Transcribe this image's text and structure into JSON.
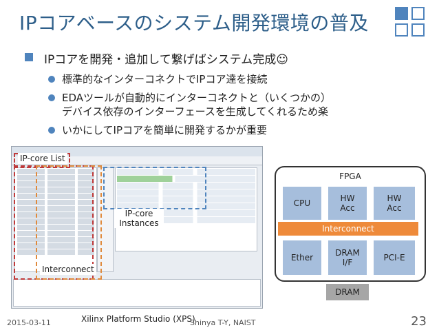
{
  "slide": {
    "title": "IPコアベースのシステム開発環境の普及",
    "bullets": {
      "main": "IPコアを開発・追加して繋げばシステム完成☺",
      "sub": [
        "標準的なインターコネクトでIPコア達を接続",
        "EDAツールが自動的にインターコネクトと（いくつかの）",
        "デバイス依存のインターフェースを生成してくれるため楽",
        "いかにしてIPコアを簡単に開発するかが重要"
      ]
    },
    "screenshot": {
      "callout_ipcore_list": "IP-core List",
      "callout_ipcore_instances": "IP-core\nInstances",
      "callout_interconnect": "Interconnect",
      "caption": "Xilinx Platform Studio (XPS)"
    },
    "diagram": {
      "fpga_label": "FPGA",
      "cpu": "CPU",
      "hw_acc_1": "HW\nAcc",
      "hw_acc_2": "HW\nAcc",
      "interconnect": "Interconnect",
      "ether": "Ether",
      "dram_if": "DRAM\nI/F",
      "pci_e": "PCI-E",
      "dram": "DRAM"
    },
    "footer": {
      "date": "2015-03-11",
      "author": "Shinya T-Y, NAIST",
      "page": "23"
    },
    "colors": {
      "title": "#2e5f8a",
      "accent_blue": "#4f84bd",
      "block_blue": "#a6bedc",
      "interconnect_orange": "#ee8a3a",
      "dram_gray": "#a6a6a6",
      "callout_red": "#c03a3a"
    }
  }
}
